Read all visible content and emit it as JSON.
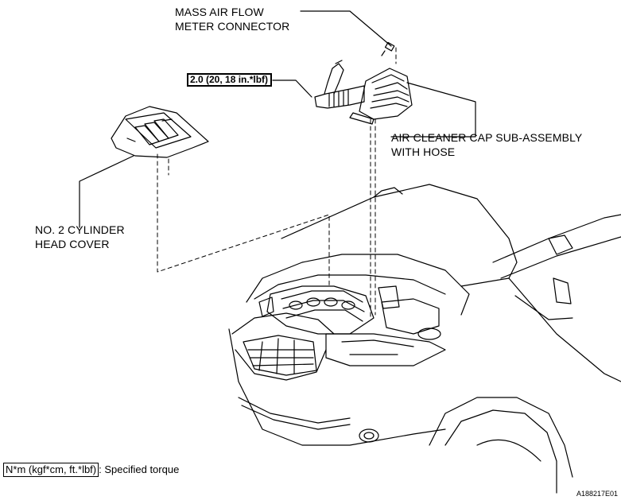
{
  "labels": {
    "maf_line1": "MASS AIR FLOW",
    "maf_line2": "METER CONNECTOR",
    "torque": "2.0 (20, 18 in.*lbf)",
    "air_cleaner_line1": "AIR CLEANER CAP SUB-ASSEMBLY",
    "air_cleaner_line2": "WITH HOSE",
    "cover_line1": "NO. 2 CYLINDER",
    "cover_line2": "HEAD COVER"
  },
  "legend": {
    "unit": "N*m (kgf*cm, ft.*lbf)",
    "text": ": Specified torque"
  },
  "figure_code": "A188217E01"
}
